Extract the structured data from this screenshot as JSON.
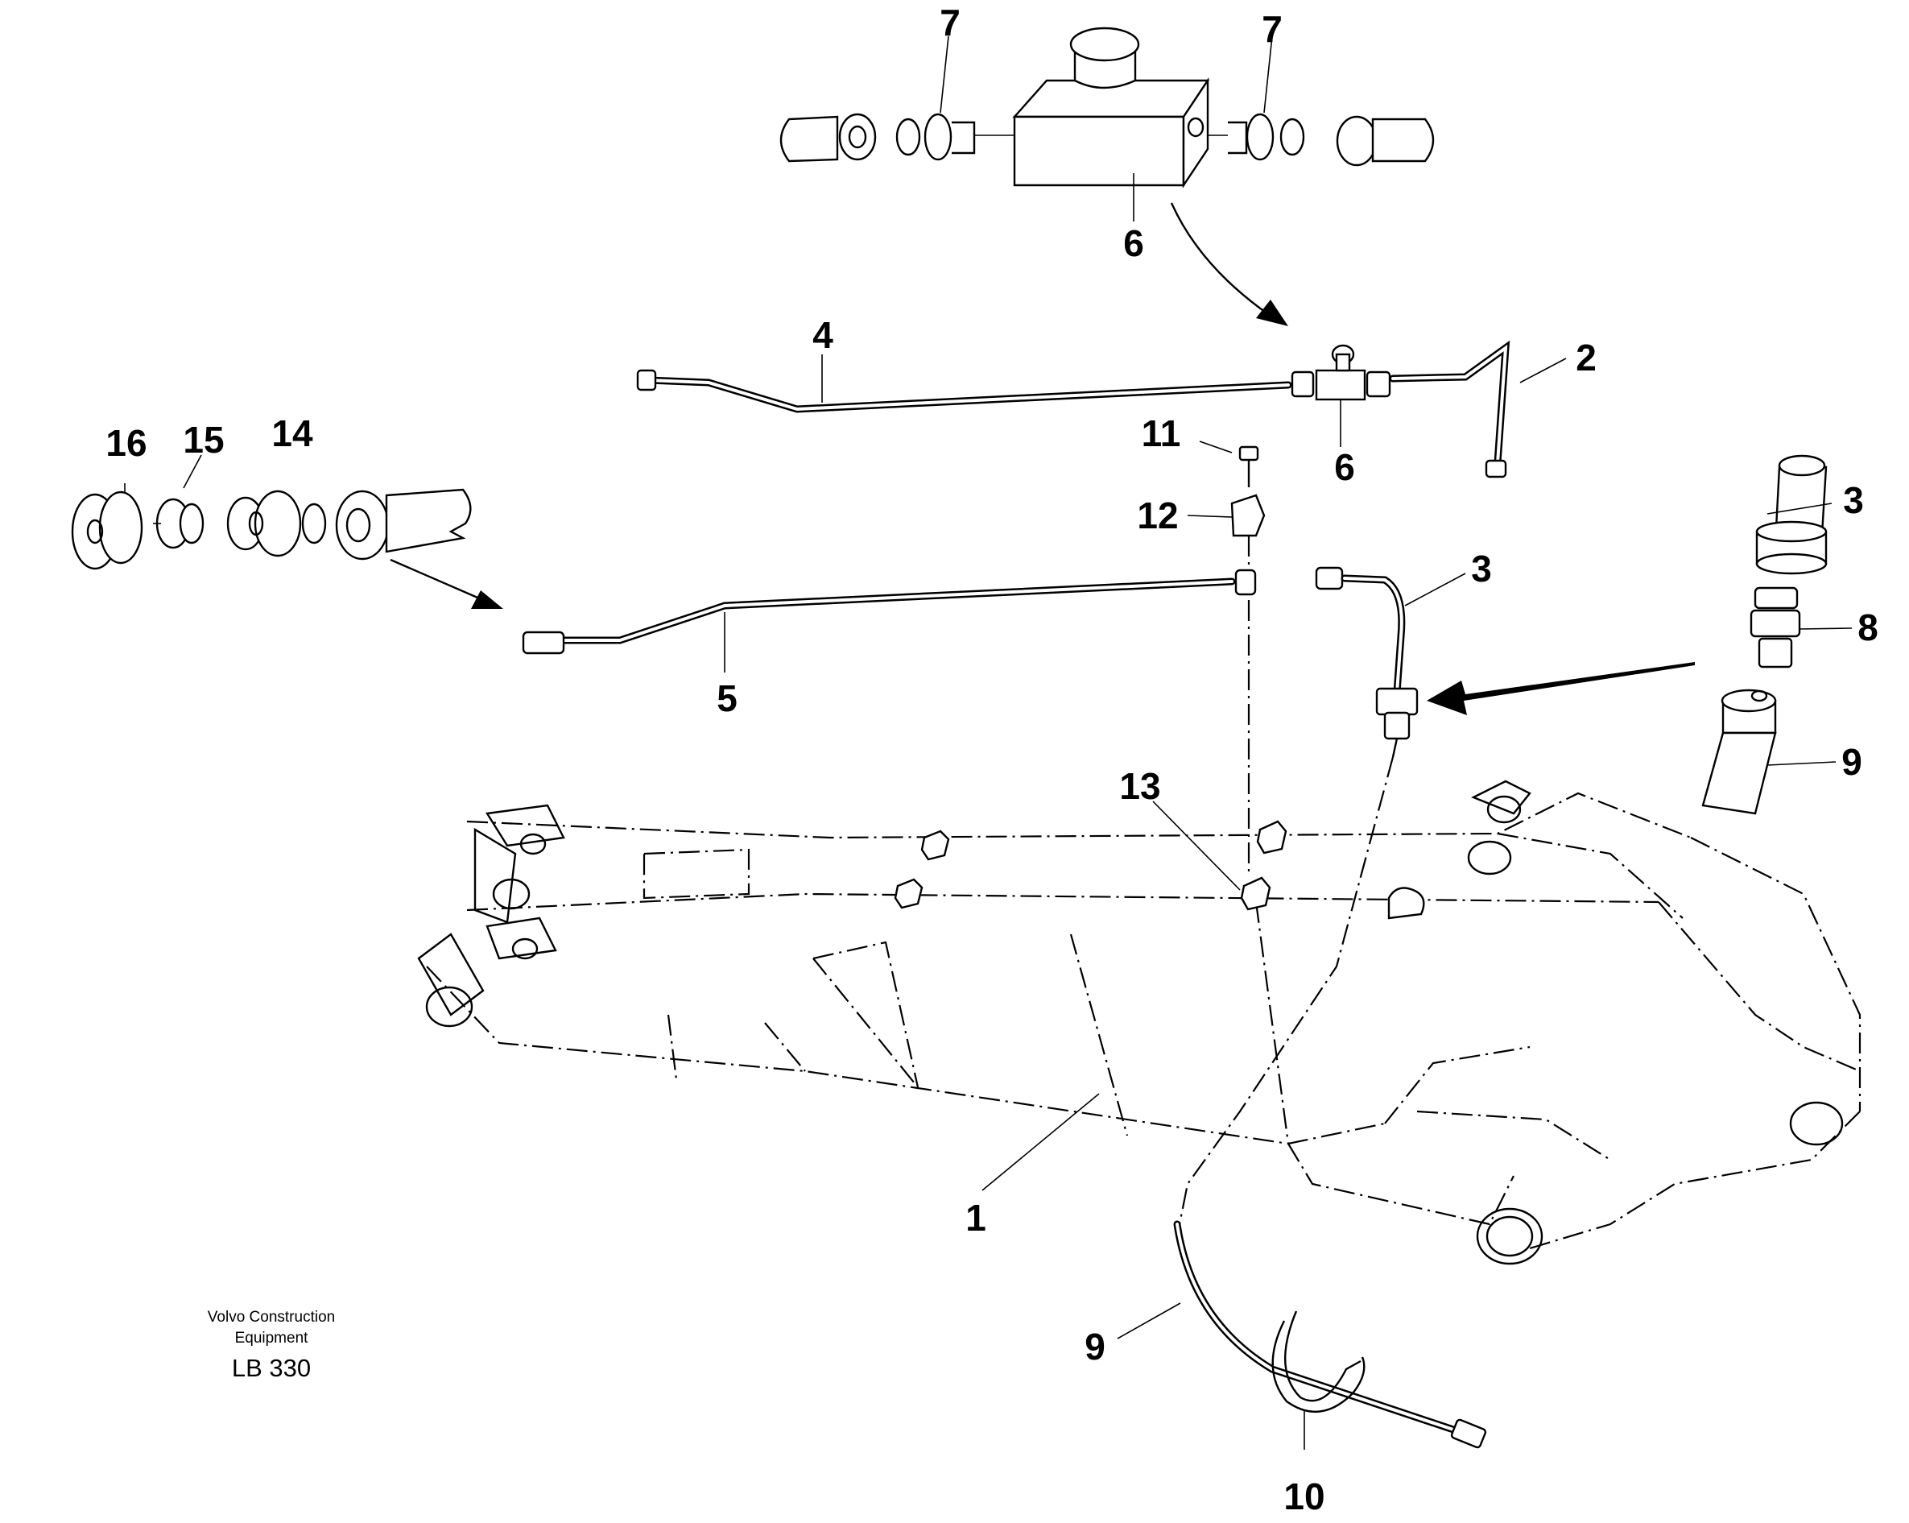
{
  "callouts": {
    "c1": "1",
    "c2": "2",
    "c3_hose": "3",
    "c3_detail": "3",
    "c4": "4",
    "c5": "5",
    "c6_detail": "6",
    "c6_valve": "6",
    "c7_left": "7",
    "c7_right": "7",
    "c8": "8",
    "c9_detail": "9",
    "c9_hose": "9",
    "c10": "10",
    "c11": "11",
    "c12": "12",
    "c13": "13",
    "c14": "14",
    "c15": "15",
    "c16": "16"
  },
  "caption": {
    "line1": "Volvo Construction",
    "line2": "Equipment",
    "code": "LB 330"
  }
}
